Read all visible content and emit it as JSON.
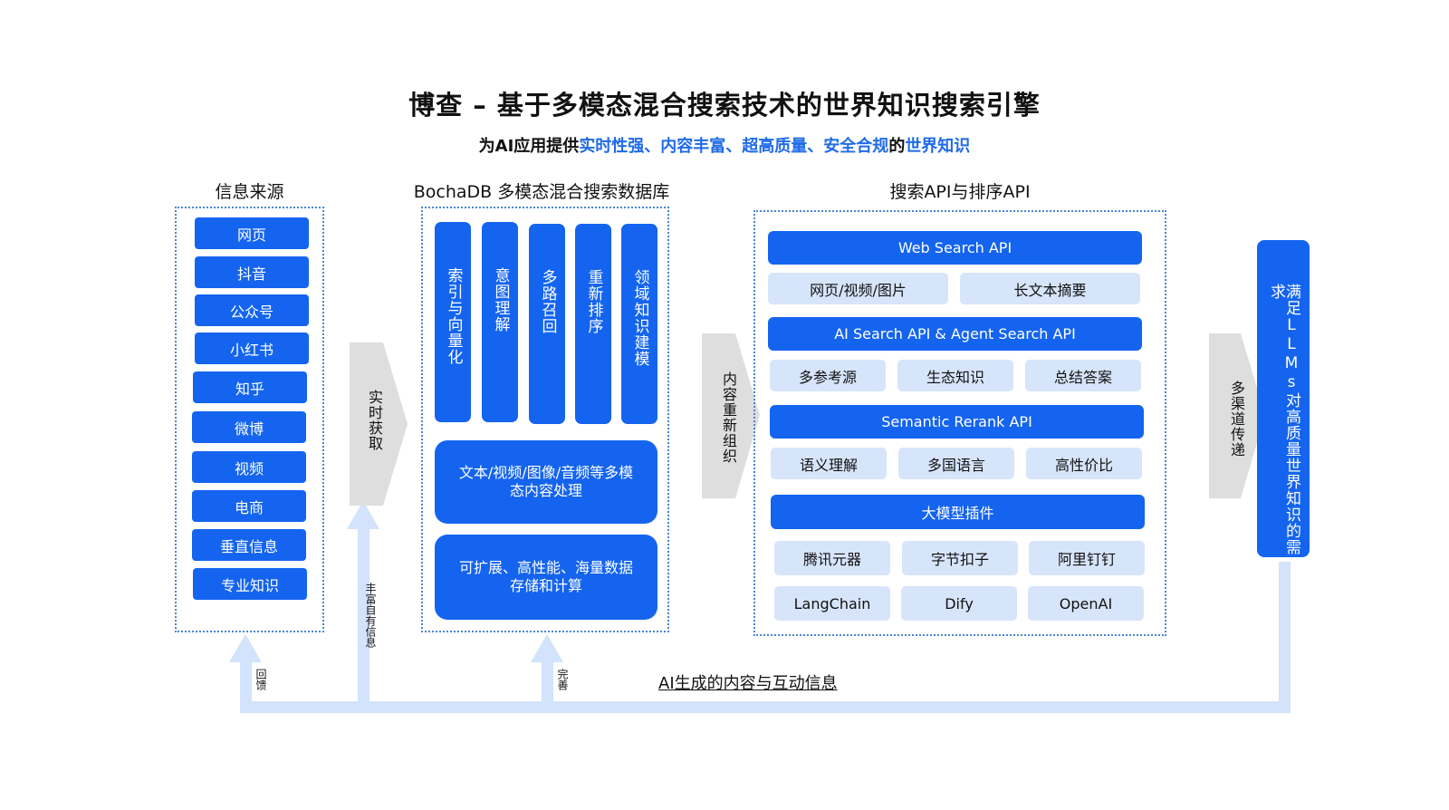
{
  "title": "博查 – 基于多模态混合搜索技术的世界知识搜索引擎",
  "subtitle": {
    "prefix": "为AI应用提供",
    "highlights": "实时性强、内容丰富、超高质量、安全合规",
    "mid": "的",
    "end": "世界知识"
  },
  "sources": {
    "heading": "信息来源",
    "items": [
      "网页",
      "抖音",
      "公众号",
      "小红书",
      "知乎",
      "微博",
      "视频",
      "电商",
      "垂直信息",
      "专业知识"
    ]
  },
  "arrows": {
    "realtime": "实时获取",
    "reorganize": "内容重新组织",
    "multichannel": "多渠道传递",
    "enrich": "丰富自有信息",
    "feedback": "回馈",
    "improve": "完善"
  },
  "db": {
    "heading": "BochaDB 多模态混合搜索数据库",
    "columns": [
      "索引与向量化",
      "意图理解",
      "多路召回",
      "重新排序",
      "领域知识建模"
    ],
    "block1": "文本/视频/图像/音频等多模态内容处理",
    "block2": "可扩展、高性能、海量数据存储和计算"
  },
  "api": {
    "heading": "搜索API与排序API",
    "web_search": "Web Search API",
    "web_items": [
      "网页/视频/图片",
      "长文本摘要"
    ],
    "ai_search": "AI Search API & Agent Search API",
    "ai_items": [
      "多参考源",
      "生态知识",
      "总结答案"
    ],
    "rerank": "Semantic Rerank API",
    "rerank_items": [
      "语义理解",
      "多国语言",
      "高性价比"
    ],
    "plugins": "大模型插件",
    "plugin_items": [
      "腾讯元器",
      "字节扣子",
      "阿里钉钉",
      "LangChain",
      "Dify",
      "OpenAI"
    ]
  },
  "right_bar": "满足LLMs对高质量世界知识的需求",
  "bottom_label": "AI生成的内容与互动信息",
  "colors": {
    "primary": "#1464ef",
    "light": "#d7e5fb",
    "flow_line": "#d2e3fb",
    "arrow_gray": "#dedede",
    "dotted": "#4a86d4"
  }
}
